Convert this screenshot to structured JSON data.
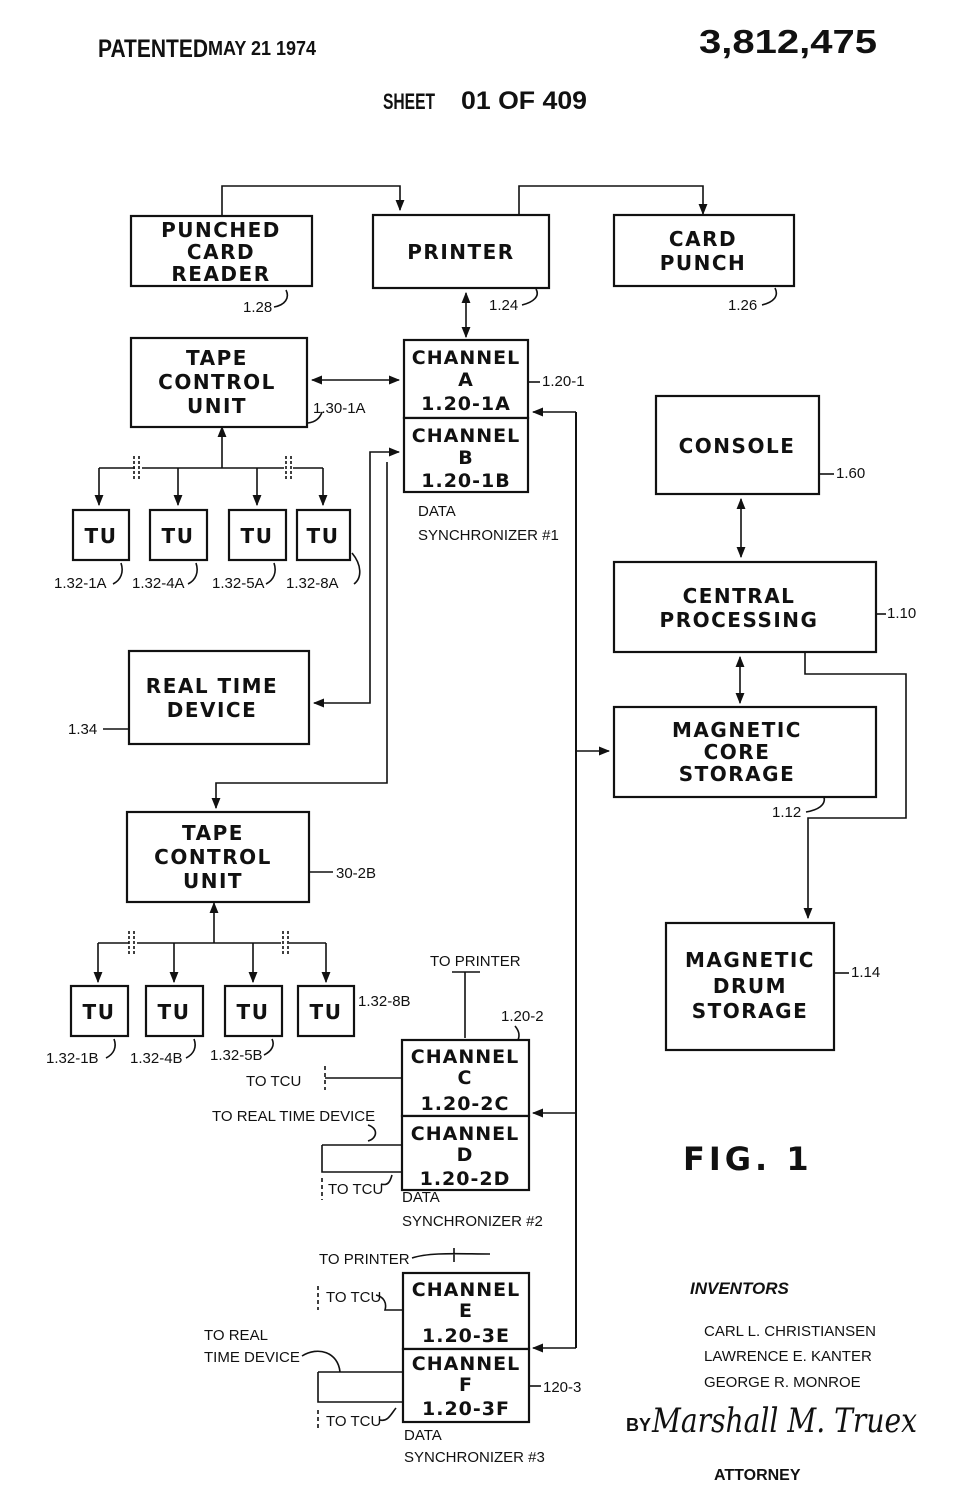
{
  "header": {
    "patented": "PATENTED",
    "date": "MAY 21 1974",
    "patent_number": "3,812,475",
    "sheet": "SHEET",
    "sheet_no": "01 OF 409"
  },
  "blocks": {
    "card_reader": [
      "PUNCHED",
      "CARD",
      "READER"
    ],
    "printer": [
      "PRINTER"
    ],
    "card_punch": [
      "CARD",
      "PUNCH"
    ],
    "tcu_a": [
      "TAPE",
      "CONTROL",
      "UNIT"
    ],
    "channel_a": [
      "CHANNEL",
      "A",
      "1.20-1A"
    ],
    "channel_b": [
      "CHANNEL",
      "B",
      "1.20-1B"
    ],
    "console": [
      "CONSOLE"
    ],
    "cpu": [
      "CENTRAL",
      "PROCESSING"
    ],
    "real_time": [
      "REAL TIME",
      "DEVICE"
    ],
    "core": [
      "MAGNETIC",
      "CORE",
      "STORAGE"
    ],
    "tcu_b": [
      "TAPE",
      "CONTROL",
      "UNIT"
    ],
    "drum": [
      "MAGNETIC",
      "DRUM",
      "STORAGE"
    ],
    "channel_c": [
      "CHANNEL",
      "C",
      "1.20-2C"
    ],
    "channel_d": [
      "CHANNEL",
      "D",
      "1.20-2D"
    ],
    "channel_e": [
      "CHANNEL",
      "E",
      "1.20-3E"
    ],
    "channel_f": [
      "CHANNEL",
      "F",
      "1.20-3F"
    ],
    "tu": "TU"
  },
  "refs": {
    "card_reader": "1.28",
    "printer": "1.24",
    "card_punch": "1.26",
    "ds1": "1.20-1",
    "tcu_a": "1.30-1A",
    "console": "1.60",
    "tu_a": [
      "1.32-1A",
      "1.32-4A",
      "1.32-5A",
      "1.32-8A"
    ],
    "cpu": "1.10",
    "real_time": "1.34",
    "core": "1.12",
    "tcu_b": "30-2B",
    "drum": "1.14",
    "tu_b": [
      "1.32-1B",
      "1.32-4B",
      "1.32-5B",
      "1.32-8B"
    ],
    "ds2": "1.20-2",
    "ds3": "120-3"
  },
  "labels": {
    "data_sync": "DATA",
    "synchronizer_1": "SYNCHRONIZER #1",
    "synchronizer_2": "SYNCHRONIZER #2",
    "synchronizer_3": "SYNCHRONIZER #3",
    "to_printer": "TO PRINTER",
    "to_tcu": "TO TCU",
    "to_real_time_device": "TO REAL TIME DEVICE",
    "to_real": "TO REAL",
    "time_device": "TIME DEVICE"
  },
  "figure": "FIG. 1",
  "inventors": {
    "heading": "INVENTORS",
    "names": [
      "CARL L. CHRISTIANSEN",
      "LAWRENCE E. KANTER",
      "GEORGE R. MONROE"
    ],
    "by": "BY",
    "signature": "Marshall M. Truex",
    "attorney": "ATTORNEY"
  }
}
